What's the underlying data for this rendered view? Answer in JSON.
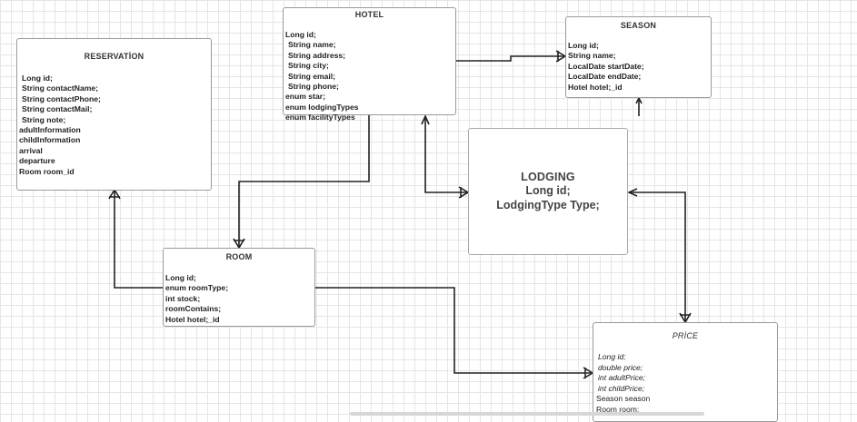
{
  "diagram": {
    "entities": {
      "hotel": {
        "title": "HOTEL",
        "fields": [
          "Long id;",
          "String name;",
          "String address;",
          "String city;",
          "String email;",
          "String phone;",
          "enum star;",
          "enum lodgingTypes",
          "enum facilityTypes"
        ]
      },
      "season": {
        "title": "SEASON",
        "fields": [
          "Long id;",
          "String name;",
          "LocalDate startDate;",
          "LocalDate endDate;",
          "Hotel hotel;_id"
        ]
      },
      "reservation": {
        "title": "RESERVATİON",
        "fields": [
          "Long id;",
          "String contactName;",
          "String contactPhone;",
          "String contactMail;",
          "String note;",
          "adultInformation",
          "childInformation",
          "arrival",
          "departure",
          "Room room_id"
        ]
      },
      "room": {
        "title": "ROOM",
        "fields": [
          "Long id;",
          "enum roomType;",
          "int stock;",
          "roomContains;",
          "Hotel hotel;_id"
        ]
      },
      "lodging": {
        "title": "LODGING",
        "fields": [
          "Long id;",
          "LodgingType Type;"
        ]
      },
      "price": {
        "title": "PRİCE",
        "fields": [
          "Long id;",
          "double price;",
          "int adultPrice;",
          "int childPrice;",
          "Season season",
          "Room room;"
        ]
      }
    },
    "colors": {
      "line": "#222222",
      "border": "#9a9a9a",
      "grid": "#e6e6e6"
    }
  }
}
